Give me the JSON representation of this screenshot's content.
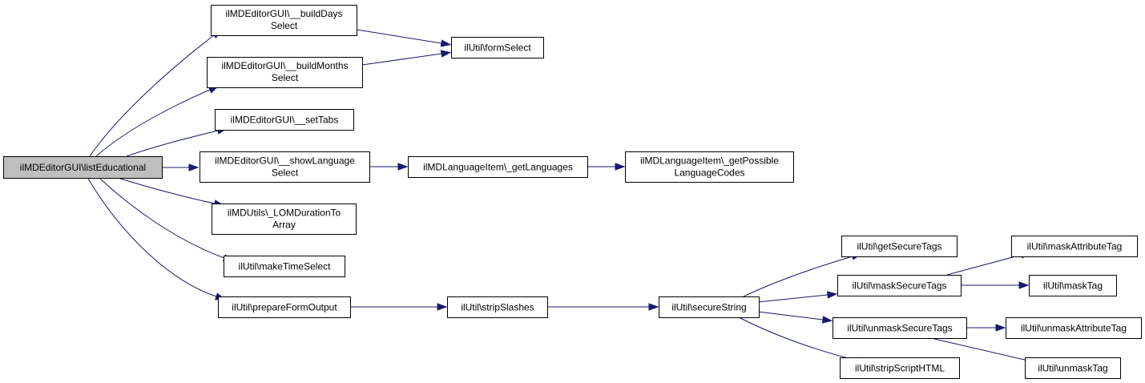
{
  "colors": {
    "edge": "#191970",
    "root_fill": "#bfbfbf",
    "node_fill": "#ffffff",
    "border": "#000000"
  },
  "nodes": {
    "list_educational": {
      "lines": [
        "ilMDEditorGUI\\listEducational"
      ]
    },
    "build_days_select": {
      "lines": [
        "ilMDEditorGUI\\__buildDays",
        "Select"
      ]
    },
    "build_months_select": {
      "lines": [
        "ilMDEditorGUI\\__buildMonths",
        "Select"
      ]
    },
    "form_select": {
      "lines": [
        "ilUtil\\formSelect"
      ]
    },
    "set_tabs": {
      "lines": [
        "ilMDEditorGUI\\__setTabs"
      ]
    },
    "show_language_select": {
      "lines": [
        "ilMDEditorGUI\\__showLanguage",
        "Select"
      ]
    },
    "get_languages": {
      "lines": [
        "ilMDLanguageItem\\_getLanguages"
      ]
    },
    "get_possible_language_codes": {
      "lines": [
        "ilMDLanguageItem\\_getPossible",
        "LanguageCodes"
      ]
    },
    "lom_duration_to_array": {
      "lines": [
        "ilMDUtils\\_LOMDurationTo",
        "Array"
      ]
    },
    "make_time_select": {
      "lines": [
        "ilUtil\\makeTimeSelect"
      ]
    },
    "prepare_form_output": {
      "lines": [
        "ilUtil\\prepareFormOutput"
      ]
    },
    "strip_slashes": {
      "lines": [
        "ilUtil\\stripSlashes"
      ]
    },
    "secure_string": {
      "lines": [
        "ilUtil\\secureString"
      ]
    },
    "get_secure_tags": {
      "lines": [
        "ilUtil\\getSecureTags"
      ]
    },
    "mask_secure_tags": {
      "lines": [
        "ilUtil\\maskSecureTags"
      ]
    },
    "unmask_secure_tags": {
      "lines": [
        "ilUtil\\unmaskSecureTags"
      ]
    },
    "strip_script_html": {
      "lines": [
        "ilUtil\\stripScriptHTML"
      ]
    },
    "mask_attribute_tag": {
      "lines": [
        "ilUtil\\maskAttributeTag"
      ]
    },
    "mask_tag": {
      "lines": [
        "ilUtil\\maskTag"
      ]
    },
    "unmask_attribute_tag": {
      "lines": [
        "ilUtil\\unmaskAttributeTag"
      ]
    },
    "unmask_tag": {
      "lines": [
        "ilUtil\\unmaskTag"
      ]
    }
  },
  "edges": [
    [
      "list_educational",
      "build_days_select"
    ],
    [
      "list_educational",
      "build_months_select"
    ],
    [
      "list_educational",
      "set_tabs"
    ],
    [
      "list_educational",
      "show_language_select"
    ],
    [
      "list_educational",
      "lom_duration_to_array"
    ],
    [
      "list_educational",
      "make_time_select"
    ],
    [
      "list_educational",
      "prepare_form_output"
    ],
    [
      "build_days_select",
      "form_select"
    ],
    [
      "build_months_select",
      "form_select"
    ],
    [
      "show_language_select",
      "get_languages"
    ],
    [
      "get_languages",
      "get_possible_language_codes"
    ],
    [
      "prepare_form_output",
      "strip_slashes"
    ],
    [
      "strip_slashes",
      "secure_string"
    ],
    [
      "secure_string",
      "get_secure_tags"
    ],
    [
      "secure_string",
      "mask_secure_tags"
    ],
    [
      "secure_string",
      "unmask_secure_tags"
    ],
    [
      "secure_string",
      "strip_script_html"
    ],
    [
      "mask_secure_tags",
      "mask_attribute_tag"
    ],
    [
      "mask_secure_tags",
      "mask_tag"
    ],
    [
      "unmask_secure_tags",
      "unmask_attribute_tag"
    ],
    [
      "unmask_secure_tags",
      "unmask_tag"
    ]
  ]
}
